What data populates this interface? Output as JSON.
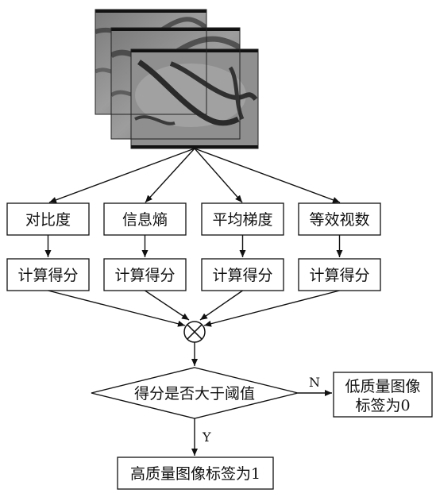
{
  "metrics": [
    {
      "name": "对比度",
      "score": "计算得分"
    },
    {
      "name": "信息熵",
      "score": "计算得分"
    },
    {
      "name": "平均梯度",
      "score": "计算得分"
    },
    {
      "name": "等效视数",
      "score": "计算得分"
    }
  ],
  "decision": {
    "label": "得分是否大于阈值",
    "yes": "Y",
    "no": "N"
  },
  "outputs": {
    "low_line1": "低质量图像",
    "low_line2": "标签为0",
    "high": "高质量图像标签为1"
  },
  "colors": {
    "line": "#111111",
    "box_fill": "#ffffff"
  }
}
